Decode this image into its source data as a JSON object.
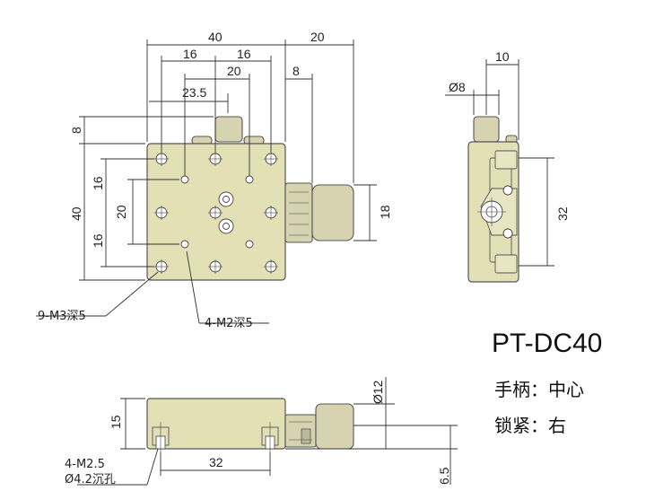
{
  "model": "PT-DC40",
  "handle_label": "手柄：中心",
  "lock_label": "锁紧：右",
  "dims": {
    "top_w40": "40",
    "top_16a": "16",
    "top_16b": "16",
    "top_20": "20",
    "top_23_5": "23.5",
    "knob_20": "20",
    "knob_8": "8",
    "side_8": "8",
    "side_40": "40",
    "side_16a": "16",
    "side_20": "20",
    "side_16b": "16",
    "knob_h18": "18",
    "rv_10": "10",
    "rv_d8": "Ø8",
    "rv_32": "32",
    "bv_15": "15",
    "bv_d12": "Ø12",
    "bv_32": "32",
    "bv_6_5": "6.5"
  },
  "annotations": {
    "m3": "9-M3深5",
    "m2": "4-M2深5",
    "m25": "4-M2.5",
    "cbore": "Ø4.2沉孔"
  }
}
